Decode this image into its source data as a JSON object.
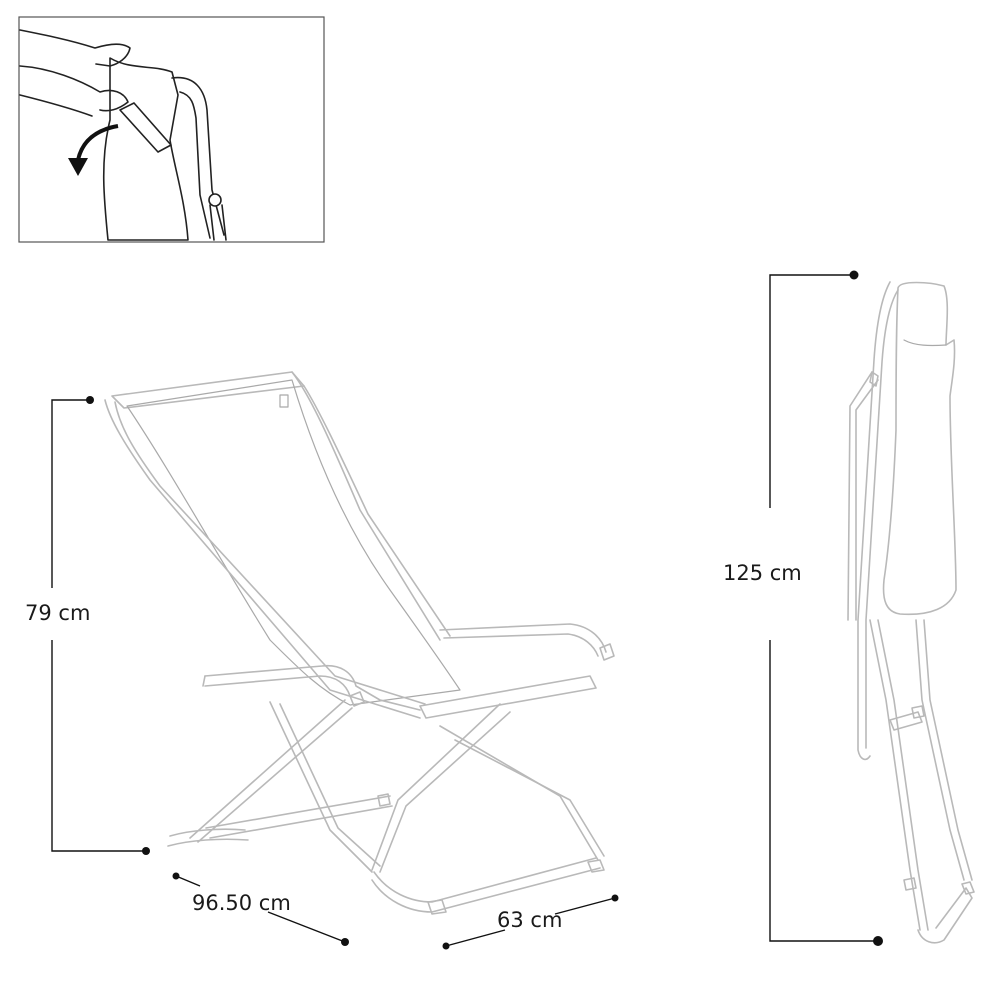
{
  "dimensions": {
    "height_open": "79 cm",
    "depth_open": "96.50 cm",
    "width_open": "63 cm",
    "height_folded": "125 cm"
  },
  "icons": {
    "inset": "fold-instruction-icon",
    "arrow": "curved-arrow-icon"
  }
}
